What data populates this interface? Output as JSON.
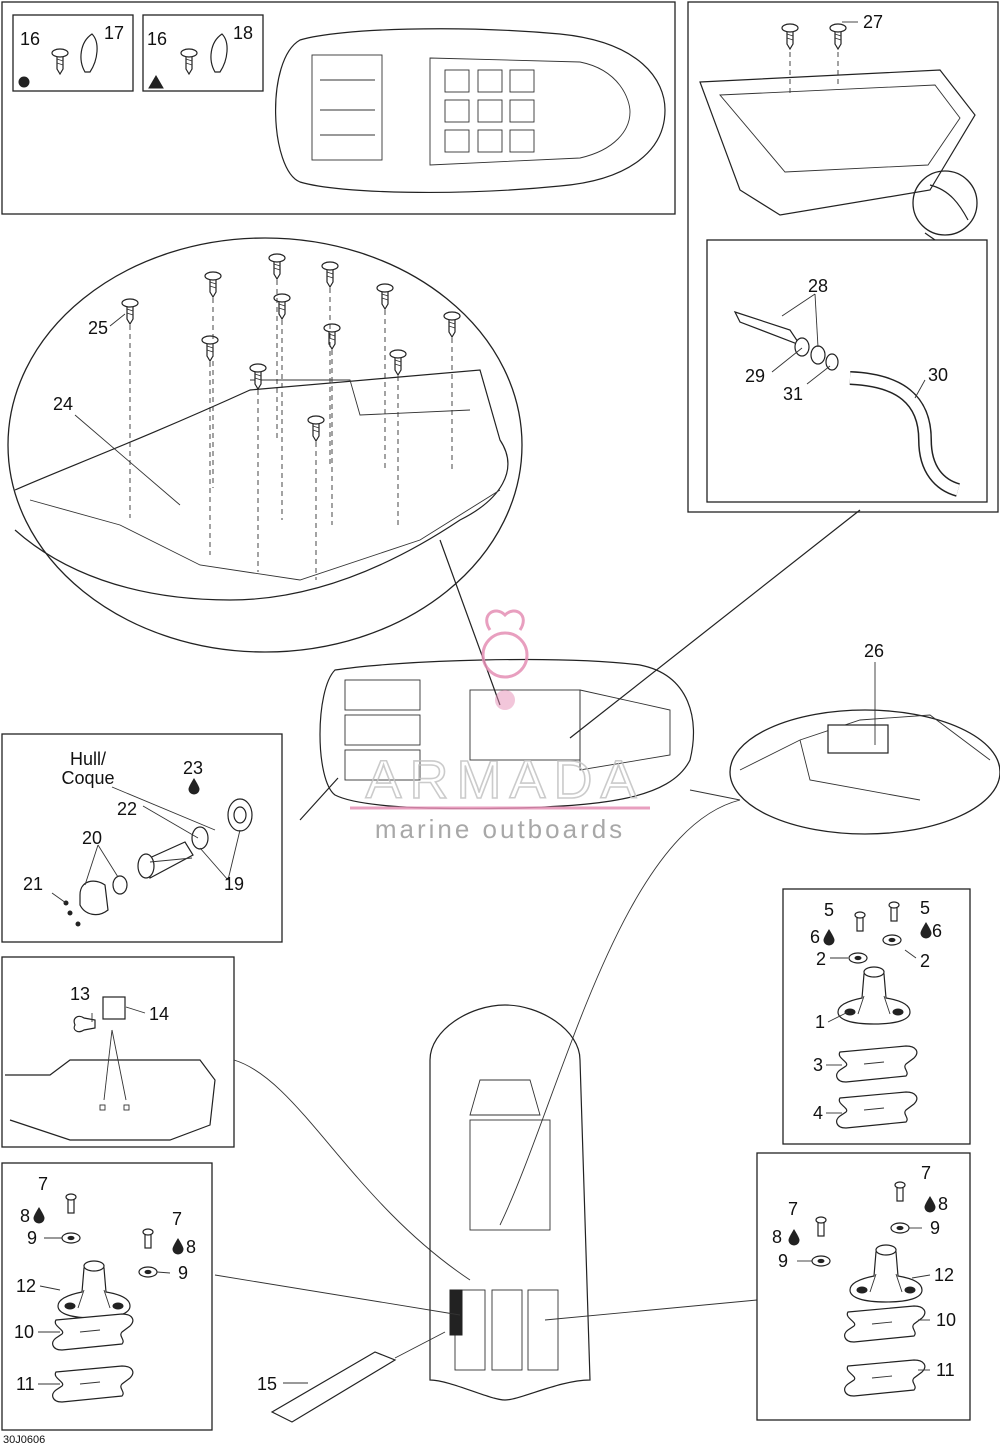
{
  "drawing_code": "30J0606",
  "labels": {
    "hull": "Hull/",
    "coque": "Coque"
  },
  "watermark": {
    "brand": "ARMADA",
    "tagline": "marine outboards",
    "accent_color": "#e58fb5"
  },
  "legend": {
    "left_symbol": "circle",
    "right_symbol": "triangle"
  },
  "callouts": [
    {
      "id": "c16a",
      "text": "16"
    },
    {
      "id": "c17",
      "text": "17"
    },
    {
      "id": "c16b",
      "text": "16"
    },
    {
      "id": "c18",
      "text": "18"
    },
    {
      "id": "c27",
      "text": "27"
    },
    {
      "id": "c28",
      "text": "28"
    },
    {
      "id": "c29",
      "text": "29"
    },
    {
      "id": "c30",
      "text": "30"
    },
    {
      "id": "c31",
      "text": "31"
    },
    {
      "id": "c25",
      "text": "25"
    },
    {
      "id": "c24",
      "text": "24"
    },
    {
      "id": "c26",
      "text": "26"
    },
    {
      "id": "c23",
      "text": "23"
    },
    {
      "id": "c22",
      "text": "22"
    },
    {
      "id": "c20",
      "text": "20"
    },
    {
      "id": "c21",
      "text": "21"
    },
    {
      "id": "c19",
      "text": "19"
    },
    {
      "id": "c13",
      "text": "13"
    },
    {
      "id": "c14",
      "text": "14"
    },
    {
      "id": "c5a",
      "text": "5"
    },
    {
      "id": "c5b",
      "text": "5"
    },
    {
      "id": "c6a",
      "text": "6"
    },
    {
      "id": "c6b",
      "text": "6"
    },
    {
      "id": "c2a",
      "text": "2"
    },
    {
      "id": "c2b",
      "text": "2"
    },
    {
      "id": "c1",
      "text": "1"
    },
    {
      "id": "c3",
      "text": "3"
    },
    {
      "id": "c4",
      "text": "4"
    },
    {
      "id": "c7a",
      "text": "7"
    },
    {
      "id": "c8a",
      "text": "8"
    },
    {
      "id": "c9a",
      "text": "9"
    },
    {
      "id": "c7b",
      "text": "7"
    },
    {
      "id": "c8b",
      "text": "8"
    },
    {
      "id": "c9b",
      "text": "9"
    },
    {
      "id": "c12a",
      "text": "12"
    },
    {
      "id": "c10a",
      "text": "10"
    },
    {
      "id": "c11a",
      "text": "11"
    },
    {
      "id": "c7c",
      "text": "7"
    },
    {
      "id": "c8c",
      "text": "8"
    },
    {
      "id": "c9c",
      "text": "9"
    },
    {
      "id": "c7d",
      "text": "7"
    },
    {
      "id": "c8d",
      "text": "8"
    },
    {
      "id": "c9d",
      "text": "9"
    },
    {
      "id": "c12b",
      "text": "12"
    },
    {
      "id": "c10b",
      "text": "10"
    },
    {
      "id": "c11b",
      "text": "11"
    },
    {
      "id": "c15",
      "text": "15"
    }
  ]
}
